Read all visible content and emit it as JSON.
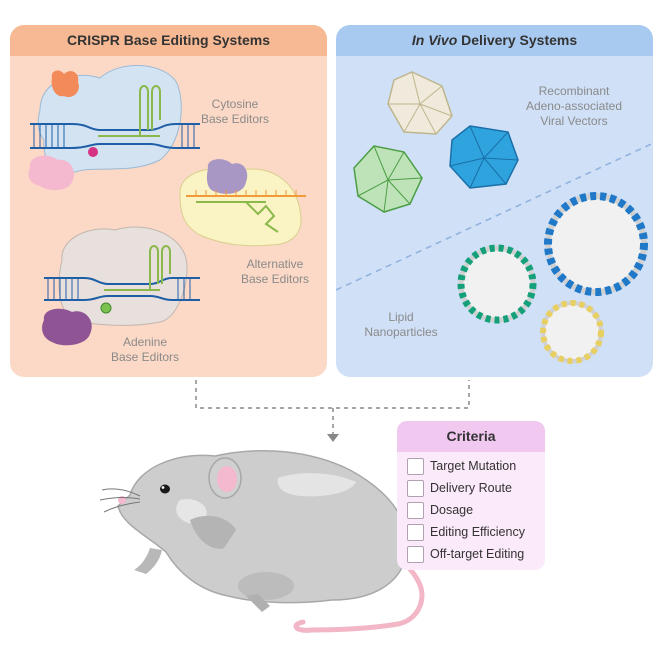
{
  "left_panel": {
    "title": "CRISPR Base Editing Systems",
    "labels": {
      "cytosine": "Cytosine\nBase Editors",
      "alternative": "Alternative\nBase Editors",
      "adenine": "Adenine\nBase Editors"
    }
  },
  "right_panel": {
    "title_italic": "In Vivo",
    "title_rest": " Delivery Systems",
    "labels": {
      "aav": "Recombinant\nAdeno-associated\nViral Vectors",
      "lnp": "Lipid\nNanoparticles"
    }
  },
  "criteria": {
    "title": "Criteria",
    "items": [
      "Target Mutation",
      "Delivery Route",
      "Dosage",
      "Editing Efficiency",
      "Off-target Editing"
    ]
  },
  "colors": {
    "left_bg": "#fcd9c6",
    "left_header": "#f7b994",
    "right_bg": "#cfe0f7",
    "right_header": "#a9caf0",
    "criteria_bg": "#fbeafa",
    "criteria_header": "#f1c9f0",
    "dna_blue": "#1f5fa8",
    "rna_green": "#8ab84a"
  }
}
